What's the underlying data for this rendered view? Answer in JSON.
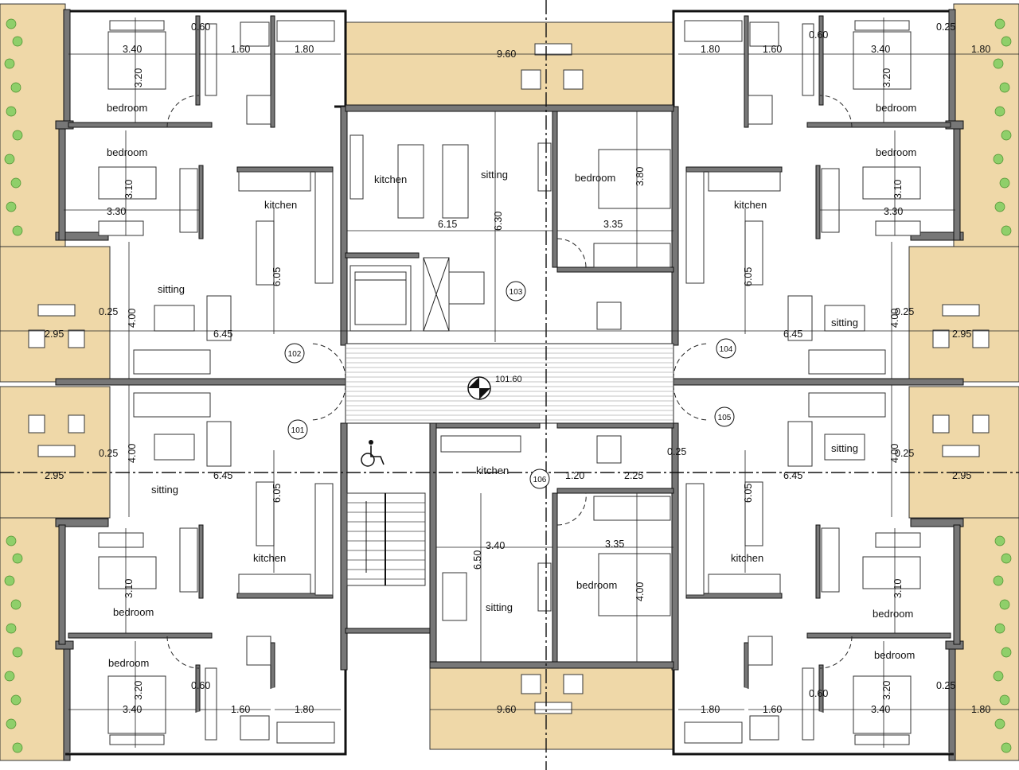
{
  "labels": {
    "bedroom": "bedroom",
    "kitchen": "kitchen",
    "sitting": "sitting"
  },
  "units": [
    "101",
    "102",
    "103",
    "104",
    "105",
    "106"
  ],
  "level": "101.60",
  "dimensions": {
    "d340": "3.40",
    "d320": "3.20",
    "d310": "3.10",
    "d330": "3.30",
    "d060": "0.60",
    "d160": "1.60",
    "d180": "1.80",
    "d960": "9.60",
    "d605": "6.05",
    "d645": "6.45",
    "d400": "4.00",
    "d025": "0.25",
    "d295": "2.95",
    "d615": "6.15",
    "d630": "6.30",
    "d380": "3.80",
    "d335": "3.35",
    "d120": "1.20",
    "d225": "2.25",
    "d650": "6.50"
  },
  "colors": {
    "terrace": "#efd8a8",
    "plant": "#8fcf6a",
    "wall": "#111111"
  },
  "icons": [
    "wheelchair-icon",
    "north-arrow-icon",
    "stair-arrow-icon"
  ]
}
